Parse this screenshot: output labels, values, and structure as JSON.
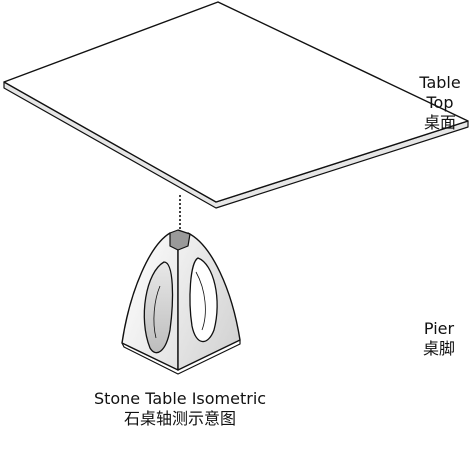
{
  "labels": {
    "table_top": {
      "en_line1": "Table",
      "en_line2": "Top",
      "zh": "桌面"
    },
    "pier": {
      "en": "Pier",
      "zh": "桌脚"
    }
  },
  "caption": {
    "en": "Stone Table Isometric",
    "zh": "石桌轴测示意图"
  },
  "colors": {
    "line": "#111111",
    "face_light": "#ffffff",
    "face_shade": "#d8d8d8",
    "cap": "#9a9a9a"
  }
}
